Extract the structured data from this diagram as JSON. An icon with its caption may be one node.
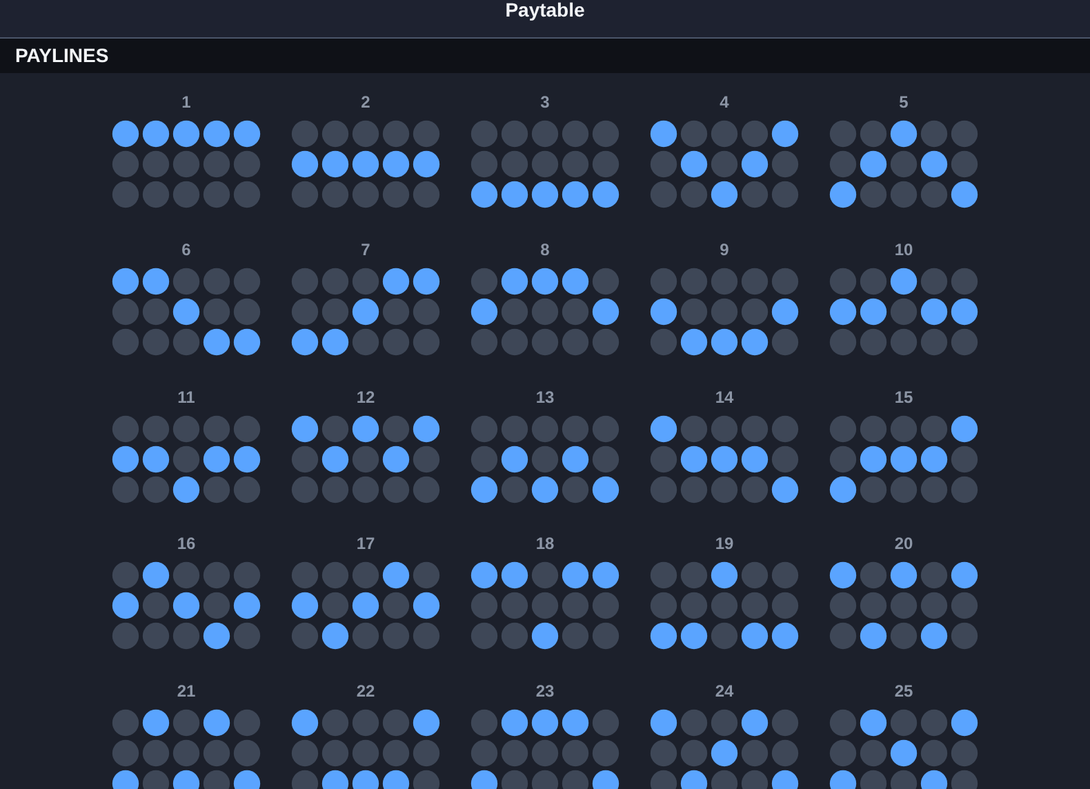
{
  "diagram": {
    "title": "Paytable",
    "nodes": [
      {
        "text": [
          "PAYLINES"
        ]
      },
      {
        "text": [
          "1"
        ]
      },
      {
        "text": [
          "2"
        ]
      },
      {
        "text": [
          "3"
        ]
      },
      {
        "text": [
          "4"
        ]
      },
      {
        "text": [
          "5"
        ]
      },
      {
        "text": [
          "6"
        ]
      },
      {
        "text": [
          "7"
        ]
      },
      {
        "text": [
          "8"
        ]
      },
      {
        "text": [
          "9"
        ]
      },
      {
        "text": [
          "10"
        ]
      },
      {
        "text": [
          "11"
        ]
      },
      {
        "text": [
          "12"
        ]
      },
      {
        "text": [
          "13"
        ]
      },
      {
        "text": [
          "14"
        ]
      },
      {
        "text": [
          "15"
        ]
      },
      {
        "text": [
          "16"
        ]
      },
      {
        "text": [
          "17"
        ]
      },
      {
        "text": [
          "18"
        ]
      },
      {
        "text": [
          "19"
        ]
      },
      {
        "text": [
          "20"
        ]
      },
      {
        "text": [
          "21"
        ]
      },
      {
        "text": [
          "22"
        ]
      },
      {
        "text": [
          "23"
        ]
      },
      {
        "text": [
          "24"
        ]
      },
      {
        "text": [
          "25"
        ]
      }
    ]
  }
}
